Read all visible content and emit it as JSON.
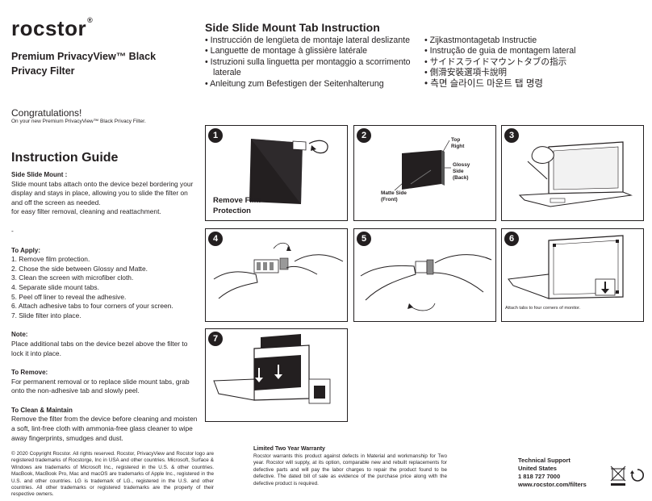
{
  "brand": {
    "logo": "rocstor",
    "reg": "®"
  },
  "product": {
    "line1": "Premium PrivacyView™ Black",
    "line2": "Privacy Filter"
  },
  "congrats": {
    "title": "Congratulations!",
    "subtitle": "On your new Premium PrivacyView™ Black Privacy Filter."
  },
  "guide": {
    "heading": "Instruction Guide",
    "mount_heading": "Side Slide Mount :",
    "mount_text": "Slide mount tabs attach onto the device bezel bordering your display and stays in place, allowing you to slide the filter on and off the screen as needed.",
    "mount_text2": "for easy filter removal, cleaning and reattachment.",
    "dash": "-",
    "apply_heading": "To Apply:",
    "apply_steps": [
      "1. Remove film protection.",
      "2. Chose the side between Glossy and Matte.",
      "3. Clean the screen with microfiber cloth.",
      "4. Separate slide mount tabs.",
      "5. Peel off liner to reveal the adhesive.",
      "6. Attach adhesive tabs to four corners of your screen.",
      "7. Slide filter into place."
    ],
    "note_heading": "Note:",
    "note_text": "Place additional tabs on the device bezel above the filter to lock it into place.",
    "remove_heading": "To Remove:",
    "remove_text": "For permanent removal or to replace slide mount tabs, grab onto the non-adhesive tab and slowly peel.",
    "clean_heading": "To Clean & Maintain",
    "clean_text": "Remove the filter from the device before cleaning and moisten a soft, lint-free cloth with ammonia-free glass cleaner to wipe away fingerprints, smudges and dust."
  },
  "header": {
    "title": "Side Slide Mount Tab Instruction",
    "left_bullets": [
      "Instrucción de lengüeta de montaje lateral deslizante",
      "Languette de montage à glissière latérale",
      "Istruzioni sulla linguetta per montaggio a scorrimento laterale",
      "Anleitung zum Befestigen der Seitenhalterung"
    ],
    "right_bullets": [
      "Zijkastmontagetab Instructie",
      "Instrução de guia de montagem lateral",
      "サイドスライドマウントタブの指示",
      "側滑安裝選項卡說明",
      "측면 슬라이드 마운트 탭 명령"
    ],
    "bullet_char": "•"
  },
  "steps": {
    "n1": "1",
    "n2": "2",
    "n3": "3",
    "n4": "4",
    "n5": "5",
    "n6": "6",
    "n7": "7",
    "remove_film": "Remove Film",
    "protection": "Protection",
    "top": "Top",
    "right": "Right",
    "glossy": "Glossy",
    "side": "Side",
    "back": "(Back)",
    "matte_side": "Matte Side",
    "front": "(Front)",
    "attach_tabs": "Attach tabs to four corners of monitor."
  },
  "footer": {
    "copyright": "© 2020 Copyright Rocstor. All rights reserved. Rocstor, PrivacyView and Rocstor logo are registered trademarks of Rocstorge, Inc in USA and other countries. Microsoft, Surface & Windows are trademarks of Microsoft Inc., registered in the U.S. & other countries. MacBook, MacBook Pro, Mac and macOS are trademarks of Apple Inc., registered in the U.S. and other countries. LG is trademark of LG., registered in the U.S. and other countries. All other trademarks or registered trademarks are the property of their respective owners.",
    "warranty_title": "Limited Two Year Warranty",
    "warranty_text": "Rocstor warrants this product against defects in Material and workmanship for Two year. Rocstor will supply, at its option, comparable new and rebuilt replacements for defective parts and will pay the labor charges to repair the product found to be defective. The dated bill of sale as evidence of the purchase price along with the defective product is required.",
    "support_title": "Technical Support",
    "support_country": "United States",
    "support_phone": "1 818 727 7000",
    "support_url": "www.rocstor.com/filters"
  },
  "icons": [
    "weee-bin-icon",
    "recycle-icon",
    "arrow-icon",
    "hand-icon",
    "laptop-icon"
  ]
}
